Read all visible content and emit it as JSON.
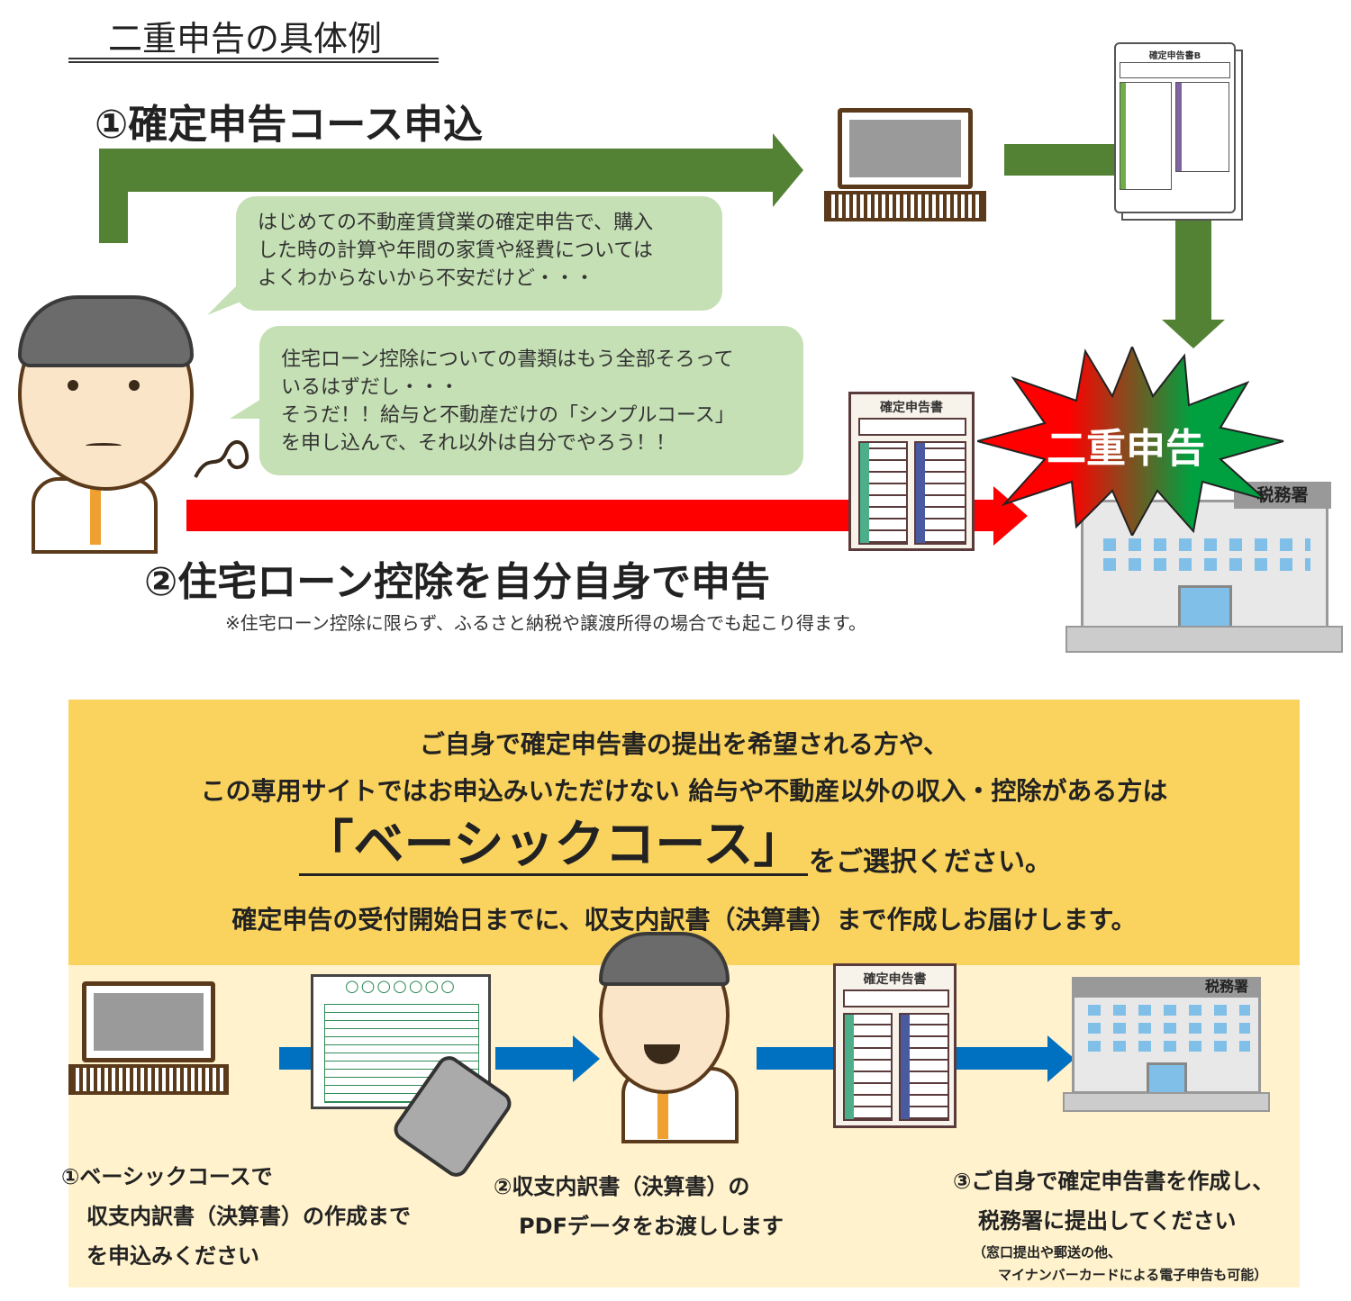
{
  "title": "二重申告の具体例",
  "scenario1": {
    "heading": "①確定申告コース申込",
    "bubble_lines": [
      "はじめての不動産賃貸業の確定申告で、購入",
      "した時の計算や年間の家賃や経費については",
      "よくわからないから不安だけど・・・"
    ]
  },
  "scenario2": {
    "heading": "②住宅ローン控除を自分自身で申告",
    "bubble_lines": [
      "住宅ローン控除についての書類はもう全部そろって",
      "いるはずだし・・・",
      "そうだ！！給与と不動産だけの「シンプルコース」",
      "を申し込んで、それ以外は自分でやろう！！"
    ],
    "note": "※住宅ローン控除に限らず、ふるさと納税や譲渡所得の場合でも起こり得ます。"
  },
  "icons": {
    "form_b_label": "確定申告書B",
    "form_label": "確定申告書",
    "tax_office_label": "税務署",
    "burst_label": "二重申告",
    "sheet_header": "○○○○○○○"
  },
  "basic": {
    "line1": "ご自身で確定申告書の提出を希望される方や、",
    "line2": "この専用サイトではお申込みいただけない 給与や不動産以外の収入・控除がある方は",
    "course_name": "「ベーシックコース」",
    "course_suffix": "をご選択ください。",
    "line4": "確定申告の受付開始日までに、収支内訳書（決算書）まで作成しお届けします。"
  },
  "steps": [
    {
      "lines": [
        "①ベーシックコースで",
        "収支内訳書（決算書）の作成まで",
        "を申込みください"
      ]
    },
    {
      "lines": [
        "②収支内訳書（決算書）の",
        "PDFデータをお渡しします"
      ]
    },
    {
      "lines": [
        "③ご自身で確定申告書を作成し、",
        "税務署に提出してください"
      ],
      "notes": [
        "（窓口提出や郵送の他、",
        "マイナンバーカードによる電子申告も可能）"
      ]
    }
  ],
  "colors": {
    "green": "#548235",
    "red": "#ff0000",
    "blue": "#0070c0",
    "bubble": "#c5e0b4",
    "yellow": "#fad35e",
    "cream": "#fff2cc"
  }
}
